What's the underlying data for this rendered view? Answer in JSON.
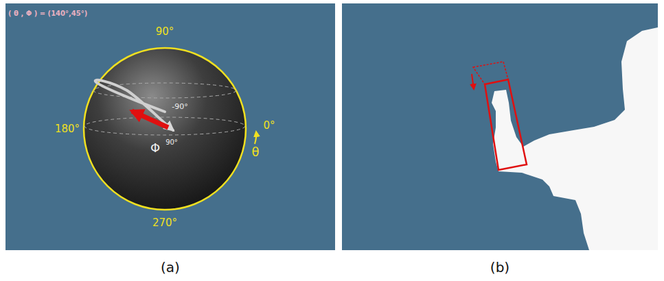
{
  "diagram": {
    "labels": [
      "( θ , Φ ) = (140°,45°)",
      "90°",
      "180°",
      "0°",
      "270°",
      "θ",
      "Φ",
      "-90°",
      "90°",
      "(a)",
      "(b)"
    ]
  }
}
